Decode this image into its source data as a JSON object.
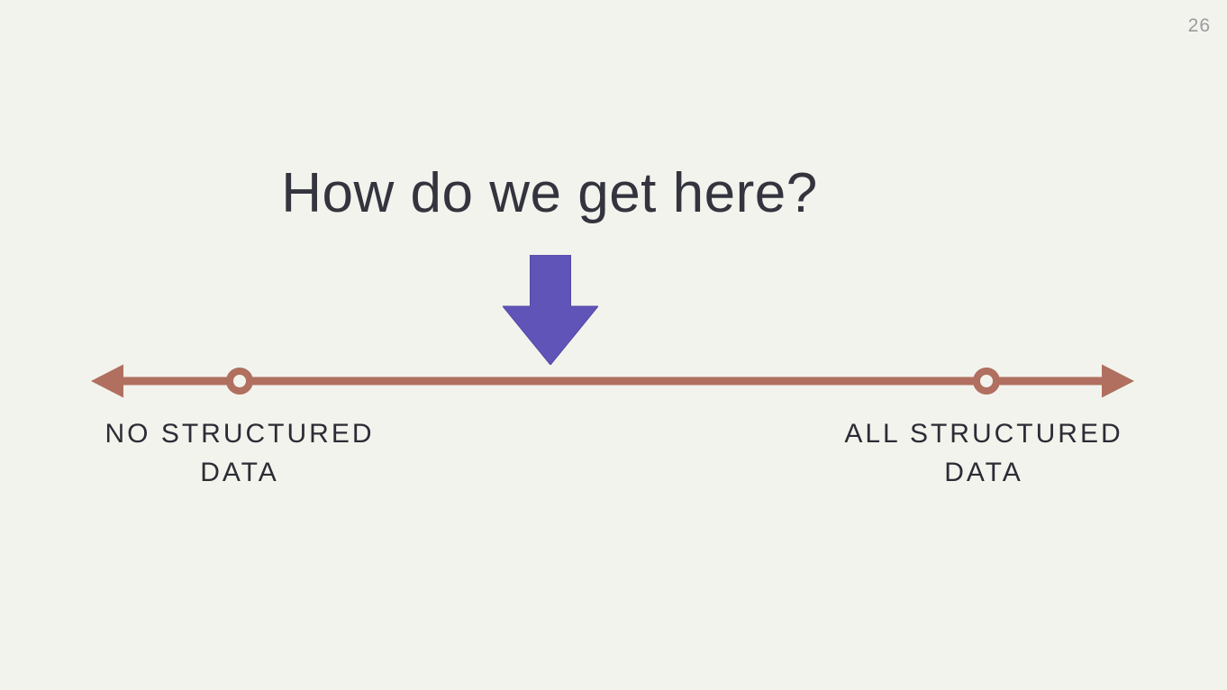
{
  "page": {
    "number": "26"
  },
  "title": {
    "text": "How do we get here?"
  },
  "spectrum": {
    "left_label": "NO STRUCTURED DATA",
    "right_label": "ALL STRUCTURED DATA",
    "left_marker": "endpoint-circle",
    "right_marker": "endpoint-circle",
    "axis_direction": "double-headed"
  },
  "icons": {
    "down_arrow": "down-arrow"
  },
  "colors": {
    "background": "#F2F3EC",
    "axis": "#B06F5F",
    "arrow_fill": "#6154B8",
    "arrow_edge": "#5449A5",
    "title_text": "#33343E",
    "label_text": "#2B2C35",
    "page_number": "#9B9C9E"
  }
}
